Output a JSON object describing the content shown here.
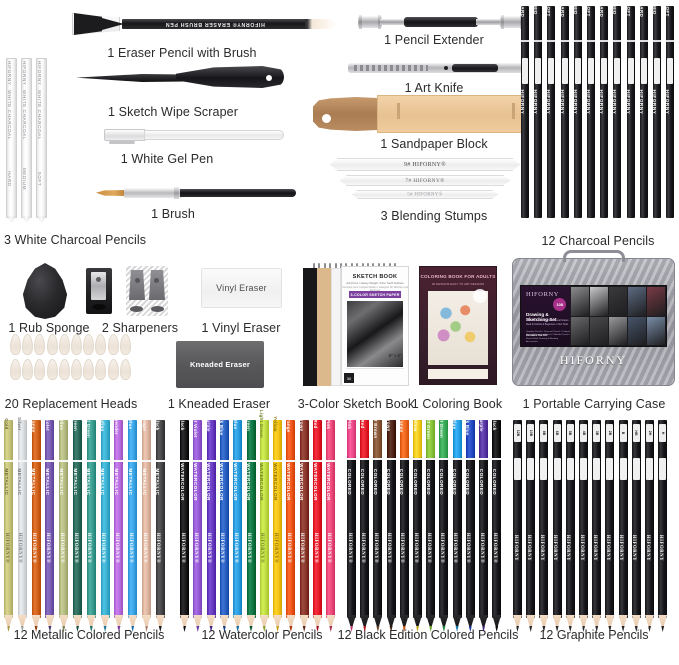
{
  "brand": "HIFORNY",
  "colors": {
    "caption_text": "#2b2b2b",
    "background": "#ffffff",
    "accent_purple": "#7b3f9d",
    "case_brand_magenta": "#a8308a"
  },
  "top_section": {
    "white_charcoal": {
      "caption": "3 White Charcoal Pencils",
      "brand": "HIFORNY",
      "product_line": "WHITE CHARCOAL",
      "grades": [
        "HARD",
        "MEDIUM",
        "SOFT"
      ]
    },
    "eraser_pencil": {
      "caption": "1 Eraser Pencil with Brush",
      "barrel_text": "HIFORNY® ERASER BRUSH PEN"
    },
    "scraper": {
      "caption": "1 Sketch Wipe Scraper"
    },
    "gel_pen": {
      "caption": "1 White Gel Pen"
    },
    "brush": {
      "caption": "1 Brush"
    },
    "pencil_extender": {
      "caption": "1 Pencil Extender"
    },
    "art_knife": {
      "caption": "1 Art Knife"
    },
    "sandpaper_block": {
      "caption": "1 Sandpaper Block"
    },
    "blending_stumps": {
      "caption": "3 Blending Stumps",
      "labels": [
        "9# HIFORNY®",
        "7# HIFORNY®",
        "5# HIFORNY®"
      ]
    },
    "charcoal_pencils": {
      "caption": "12 Charcoal Pencils",
      "brand": "HIFORNY",
      "grades": [
        "HARD",
        "MID",
        "SOFT",
        "HARD",
        "MID",
        "SOFT",
        "HARD",
        "MID",
        "SOFT",
        "HARD",
        "MID",
        "SOFT"
      ]
    }
  },
  "middle_section": {
    "rub_sponge": {
      "caption": "1 Rub Sponge"
    },
    "sharpeners": {
      "caption": "2 Sharpeners"
    },
    "vinyl_eraser": {
      "caption": "1 Vinyl Eraser",
      "body_text": "Vinyl Eraser"
    },
    "replacement_heads": {
      "caption": "20 Replacement Heads",
      "count": 20
    },
    "kneaded_eraser": {
      "caption": "1 Kneaded Eraser",
      "body_text": "Kneaded Eraser"
    },
    "sketch_book": {
      "caption": "3-Color Sketch Book",
      "cover_title": "SKETCH BOOK",
      "cover_sub": "Acid Free / Heavy Weight / Fine Tooth Surface",
      "cover_sub2": "Convient pour Croquis Dessin / Geeignet für Skizzen und Zeichnen",
      "badge": "3-COLOR SKETCH PAPER",
      "size": "6\" x 9\"",
      "sheet_badge": "30"
    },
    "coloring_book": {
      "caption": "1 Coloring Book",
      "cover_title": "COLORING BOOK FOR ADULTS",
      "cover_sub": "30 DESIGNS EASY TO ART DESIGNS"
    },
    "carrying_case": {
      "caption": "1 Portable Carrying Case",
      "brand": "HIFORNY",
      "label_brand": "HIFORNY",
      "label_badge": "108",
      "label_title": "Drawing & Sketching Set",
      "label_features": "• Premium Quality\n• Professional Grade\n• Ideal for Artists & Beginners\n• Non Toxic",
      "label_includes": "Includes the Kit:",
      "label_includes_detail": "Graphite Pencils / Charcoal Pencils / Colored Pencils\nWatercolor Pencils / Metallic Pencils / Sketch Book\nDrawing & Blending Accessories"
    }
  },
  "bottom_section": {
    "metallic": {
      "caption": "12 Metallic Colored Pencils",
      "type_text": "METALLIC",
      "brand": "HIFORNY®",
      "pencils": [
        {
          "name": "Gold",
          "barrel": "#c9c67e",
          "label": "#6f6d3e",
          "lead": "#a89a4a"
        },
        {
          "name": "Silver",
          "barrel": "#dcdfe2",
          "label": "#7a7d80",
          "lead": "#9fa3a6"
        },
        {
          "name": "Orange",
          "barrel": "#d4651f",
          "label": "#ffffff",
          "lead": "#8c3e10"
        },
        {
          "name": "Violet",
          "barrel": "#7b5fb5",
          "label": "#ffffff",
          "lead": "#4c3a76"
        },
        {
          "name": "Olive",
          "barrel": "#b8bf86",
          "label": "#ffffff",
          "lead": "#7d8353"
        },
        {
          "name": "Green",
          "barrel": "#2f6d5d",
          "label": "#ffffff",
          "lead": "#1d4a3e"
        },
        {
          "name": "Light Green",
          "barrel": "#3e9f93",
          "label": "#ffffff",
          "lead": "#237068"
        },
        {
          "name": "Indigo",
          "barrel": "#3fb3d4",
          "label": "#ffffff",
          "lead": "#1f7b96"
        },
        {
          "name": "Lavender",
          "barrel": "#bb6fe0",
          "label": "#ffffff",
          "lead": "#7d3fa0"
        },
        {
          "name": "Blue",
          "barrel": "#3fa8e8",
          "label": "#ffffff",
          "lead": "#1f6fa8"
        },
        {
          "name": "Grape",
          "barrel": "#e0b9a4",
          "label": "#ffffff",
          "lead": "#a87f69"
        },
        {
          "name": "Black",
          "barrel": "#4a4a4c",
          "label": "#ffffff",
          "lead": "#1a1a1c"
        }
      ]
    },
    "watercolor": {
      "caption": "12 Watercolor Pencils",
      "type_text": "WATERCOLOR",
      "brand": "HIFORNY®",
      "pencils": [
        {
          "name": "Black",
          "barrel": "#1d1d1f",
          "label": "#ffffff",
          "lead": "#0d0d0f"
        },
        {
          "name": "Light Violet",
          "barrel": "#9a5fd8",
          "label": "#ffffff",
          "lead": "#6a3aa0"
        },
        {
          "name": "Purple",
          "barrel": "#6b3fc4",
          "label": "#ffffff",
          "lead": "#452880"
        },
        {
          "name": "Dark Blue",
          "barrel": "#2d63c4",
          "label": "#ffffff",
          "lead": "#1a3f86"
        },
        {
          "name": "Blue",
          "barrel": "#2e9fe0",
          "label": "#ffffff",
          "lead": "#1a6b9c"
        },
        {
          "name": "Green",
          "barrel": "#137a48",
          "label": "#ffffff",
          "lead": "#0b5230"
        },
        {
          "name": "Light Green",
          "barrel": "#c3e046",
          "label": "#6f7f28",
          "lead": "#8ba02f"
        },
        {
          "name": "Yellow",
          "barrel": "#f5c518",
          "label": "#8a6f0c",
          "lead": "#c29b10"
        },
        {
          "name": "Orange",
          "barrel": "#f05a1e",
          "label": "#ffffff",
          "lead": "#a83b12"
        },
        {
          "name": "Brown",
          "barrel": "#8c3b2e",
          "label": "#ffffff",
          "lead": "#5e271e"
        },
        {
          "name": "Red",
          "barrel": "#e81f2e",
          "label": "#ffffff",
          "lead": "#a0141f"
        },
        {
          "name": "Pink",
          "barrel": "#ef4d7e",
          "label": "#ffffff",
          "lead": "#a83458"
        }
      ]
    },
    "black_edition": {
      "caption": "12 Black Edition Colored Pencils",
      "type_text": "COLORED",
      "brand": "HIFORNY®",
      "pencils": [
        {
          "name": "Pink",
          "cap": "#ef4d8e",
          "lead": "#c33a72"
        },
        {
          "name": "Red",
          "cap": "#e8212e",
          "lead": "#b01820"
        },
        {
          "name": "Light Brown",
          "cap": "#8a5a3a",
          "lead": "#6b432a"
        },
        {
          "name": "Brown",
          "cap": "#52281a",
          "lead": "#3c1d12"
        },
        {
          "name": "Orange",
          "cap": "#ef6a20",
          "lead": "#c05114"
        },
        {
          "name": "Yellow",
          "cap": "#f4cf22",
          "lead": "#c9a616"
        },
        {
          "name": "Bright Green",
          "cap": "#8cc63f",
          "lead": "#6ba12c"
        },
        {
          "name": "Light Green",
          "cap": "#3fae5c",
          "lead": "#2c8643"
        },
        {
          "name": "Blue",
          "cap": "#2aa4e8",
          "lead": "#1c7bb0"
        },
        {
          "name": "Dark Blue",
          "cap": "#2a4fc4",
          "lead": "#1c3690"
        },
        {
          "name": "Purple",
          "cap": "#5c3ba8",
          "lead": "#3f2878"
        },
        {
          "name": "Black",
          "cap": "#1a1a1c",
          "lead": "#0a0a0c"
        }
      ]
    },
    "graphite": {
      "caption": "12 Graphite Pencils",
      "brand": "HIFORNY",
      "grades": [
        "12B",
        "10B",
        "8B",
        "6B",
        "5B",
        "4B",
        "3B",
        "2B",
        "B",
        "HB",
        "2H",
        "H"
      ]
    }
  }
}
